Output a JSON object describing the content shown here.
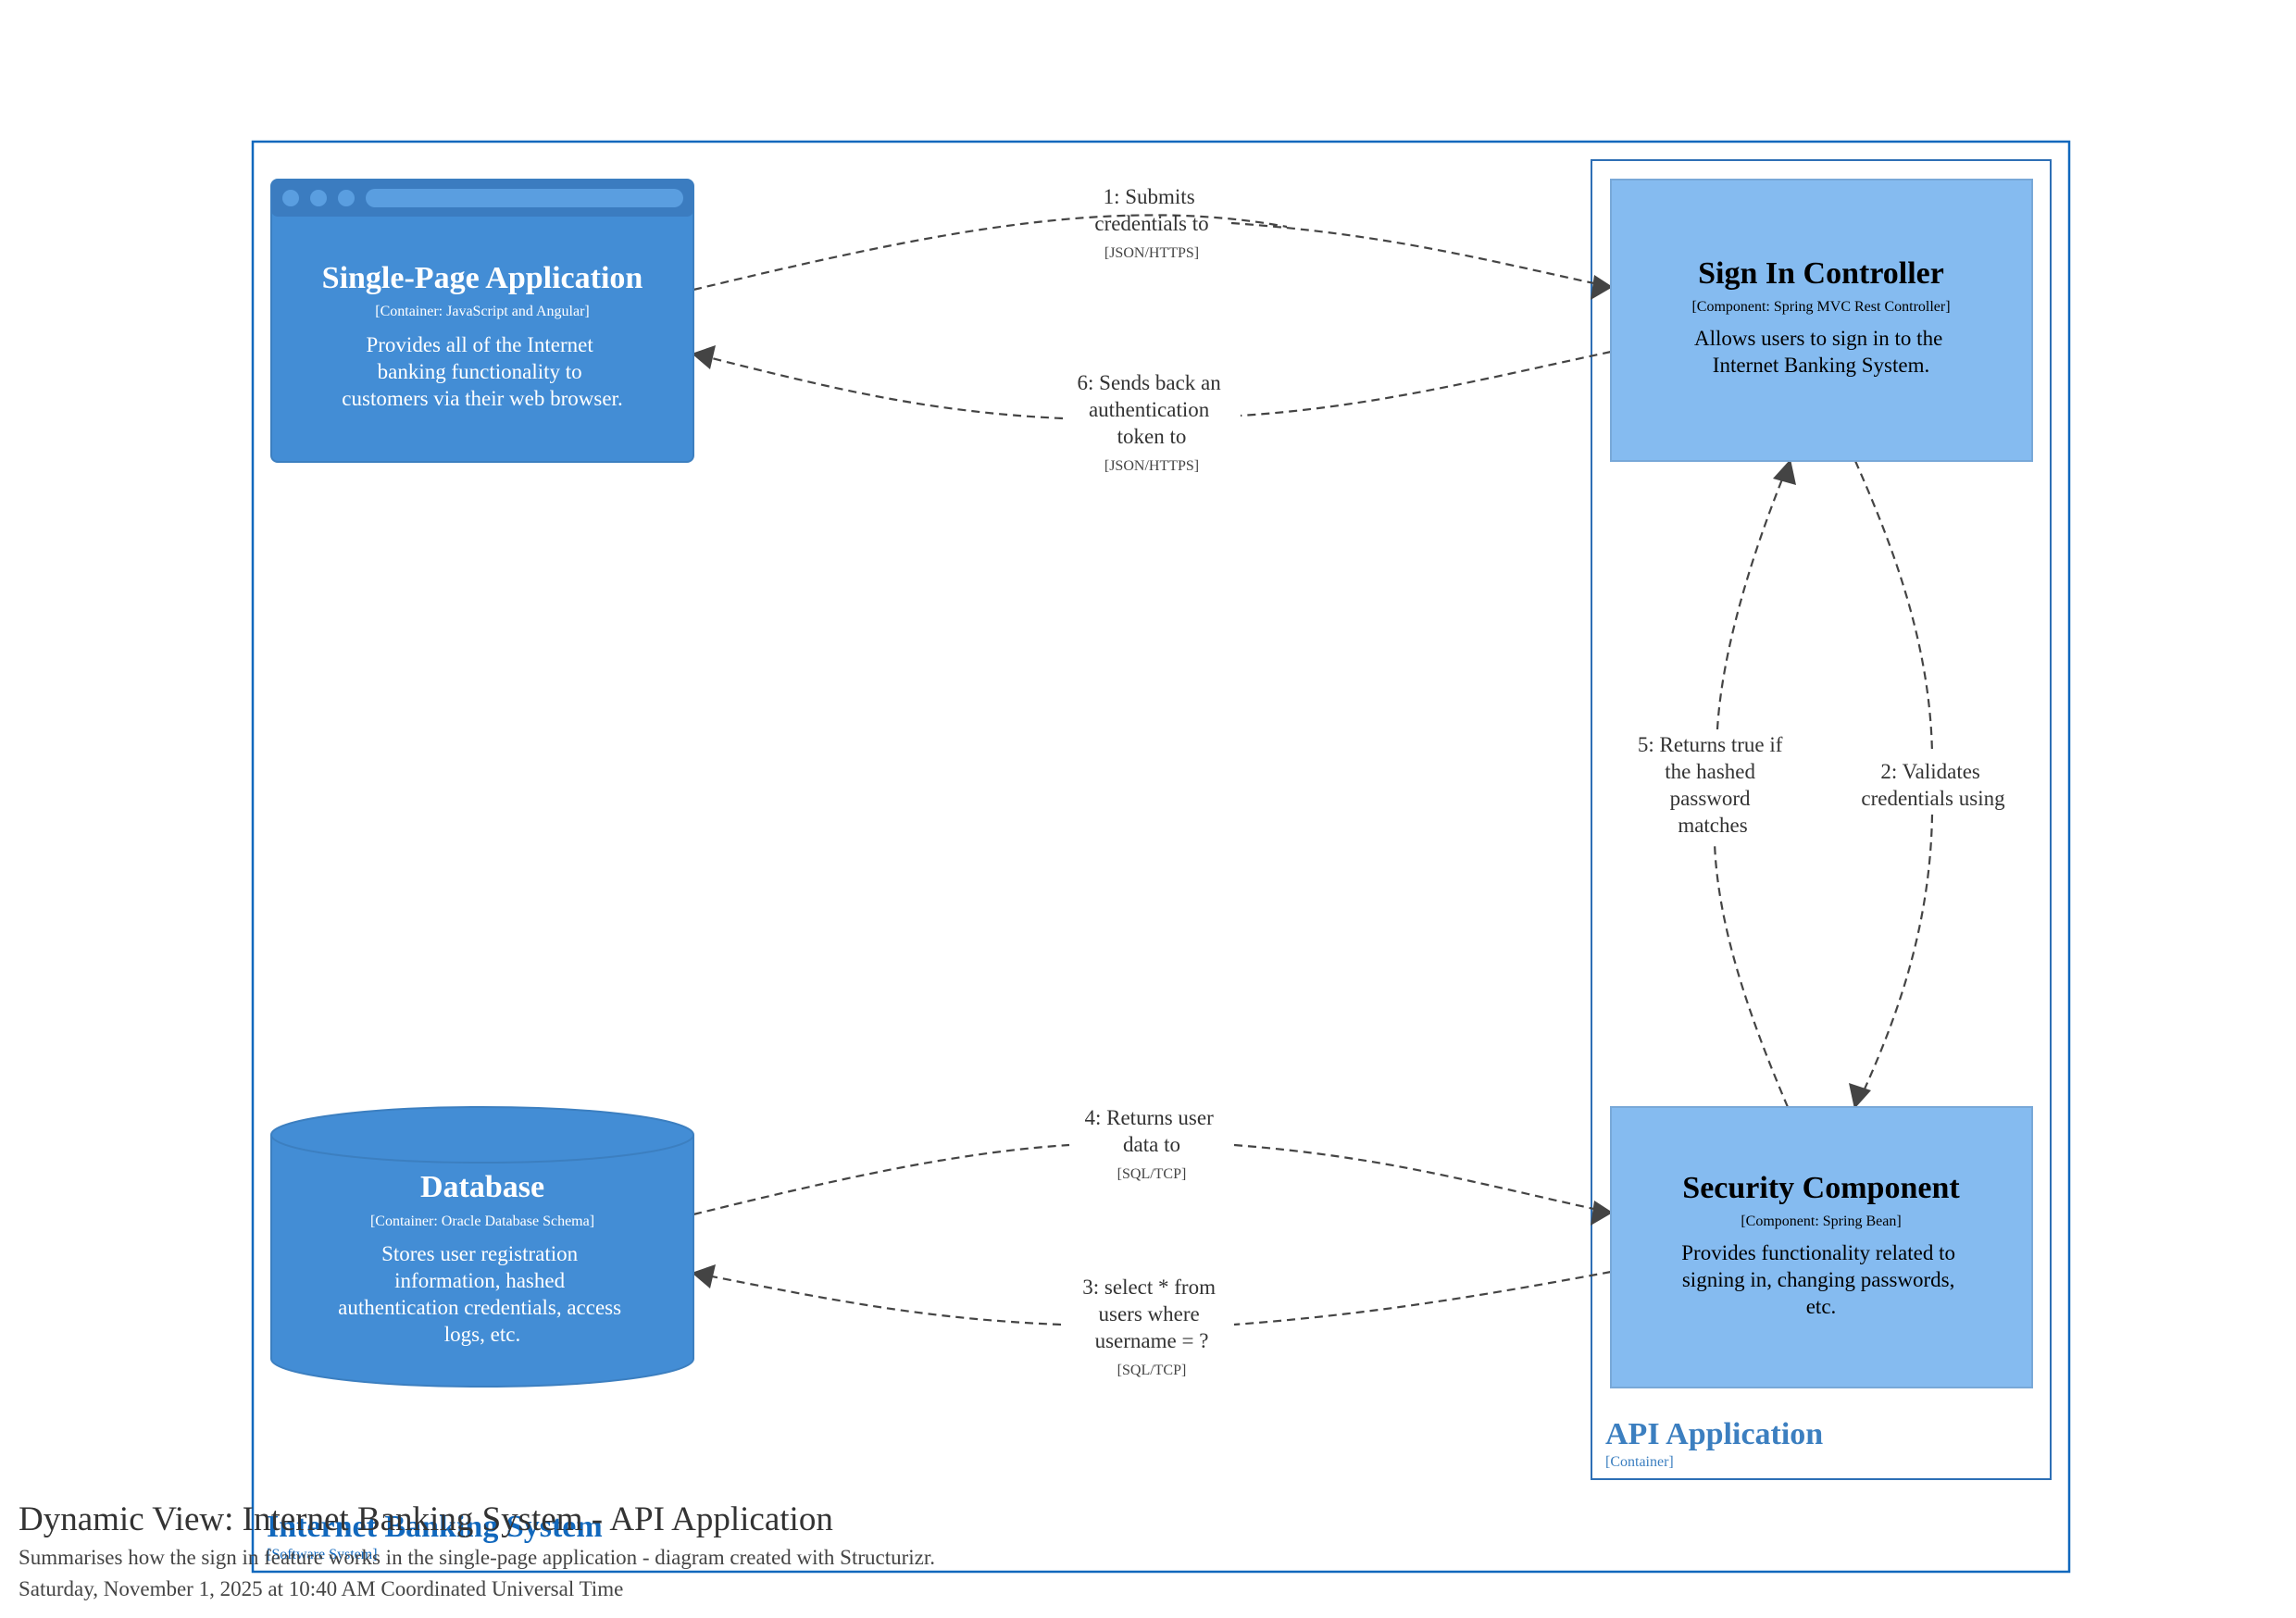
{
  "view": {
    "title": "Dynamic View: Internet Banking System - API Application",
    "description": "Summarises how the sign in feature works in the single-page application - diagram created with Structurizr.",
    "date": "Saturday, November 1, 2025 at 10:40 AM Coordinated Universal Time"
  },
  "boundaries": {
    "system": {
      "name": "Internet Banking System",
      "type": "[Software System]"
    },
    "container": {
      "name": "API Application",
      "type": "[Container]"
    }
  },
  "elements": {
    "spa": {
      "name": "Single-Page Application",
      "type": "[Container: JavaScript and Angular]",
      "description": [
        "Provides all of the Internet",
        "banking functionality to",
        "customers via their web browser."
      ]
    },
    "database": {
      "name": "Database",
      "type": "[Container: Oracle Database Schema]",
      "description": [
        "Stores user registration",
        "information, hashed",
        "authentication credentials, access",
        "logs, etc."
      ]
    },
    "signin": {
      "name": "Sign In Controller",
      "type": "[Component: Spring MVC Rest Controller]",
      "description": [
        "Allows users to sign in to the",
        "Internet Banking System."
      ]
    },
    "security": {
      "name": "Security Component",
      "type": "[Component: Spring Bean]",
      "description": [
        "Provides functionality related to",
        "signing in, changing passwords,",
        "etc."
      ]
    }
  },
  "relationships": {
    "r1": {
      "lines": [
        "1: Submits",
        "credentials to"
      ],
      "tech": "[JSON/HTTPS]"
    },
    "r2": {
      "lines": [
        "2: Validates",
        "credentials using"
      ],
      "tech": ""
    },
    "r3": {
      "lines": [
        "3: select * from",
        "users where",
        "username = ?"
      ],
      "tech": "[SQL/TCP]"
    },
    "r4": {
      "lines": [
        "4: Returns user",
        "data to"
      ],
      "tech": "[SQL/TCP]"
    },
    "r5": {
      "lines": [
        "5: Returns true if",
        "the hashed",
        "password",
        "matches"
      ],
      "tech": ""
    },
    "r6": {
      "lines": [
        "6: Sends back an",
        "authentication",
        "token to"
      ],
      "tech": "[JSON/HTTPS]"
    }
  },
  "colors": {
    "container_fill": "#438dd5",
    "container_stroke": "#3c7fc0",
    "component_fill": "#85bbf0",
    "component_stroke": "#78a8d8",
    "boundary_system": "#1168bd",
    "boundary_container": "#438dd5",
    "arrow": "#444444"
  }
}
